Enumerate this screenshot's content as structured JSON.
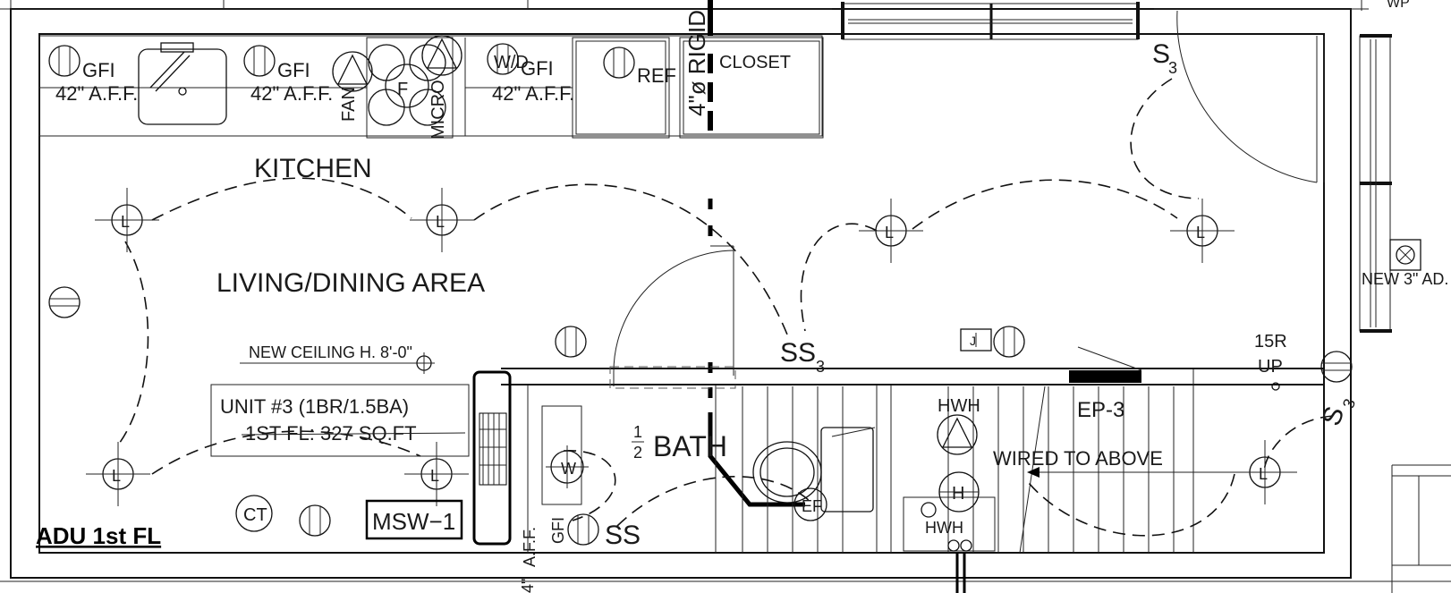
{
  "title": "ADU 1st FL",
  "rooms": {
    "kitchen": "KITCHEN",
    "living": "LIVING/DINING AREA",
    "closet": "CLOSET",
    "bath_fraction_num": "1",
    "bath_fraction_den": "2",
    "bath": "BATH"
  },
  "notes": {
    "ceiling": "NEW CEILING H. 8'-0\"",
    "unit_line1": "UNIT #3 (1BR/1.5BA)",
    "unit_line2": "1ST FL: 327 SQ.FT",
    "msw": "MSW−1",
    "rigid": "4\"ø RIGID",
    "ep3": "EP-3",
    "wired": "WIRED TO ABOVE",
    "ad": "NEW 3\" AD.",
    "stairs_1": "15R",
    "stairs_2": "UP",
    "aff_vertical": "A.F.F.",
    "wp": "WP",
    "bottom_cut": "4\""
  },
  "outlets": {
    "gfi": "GFI",
    "height": "42\" A.F.F.",
    "ref": "REF",
    "fan": "FAN",
    "micro": "MICRO",
    "wd": "W/D",
    "w": "W",
    "ef": "EF",
    "ct": "CT",
    "hwh": "HWH",
    "h": "H"
  },
  "symbols": {
    "light": "L",
    "switch": "S",
    "switch_3": "3",
    "double_switch": "SS",
    "junction": "J"
  }
}
